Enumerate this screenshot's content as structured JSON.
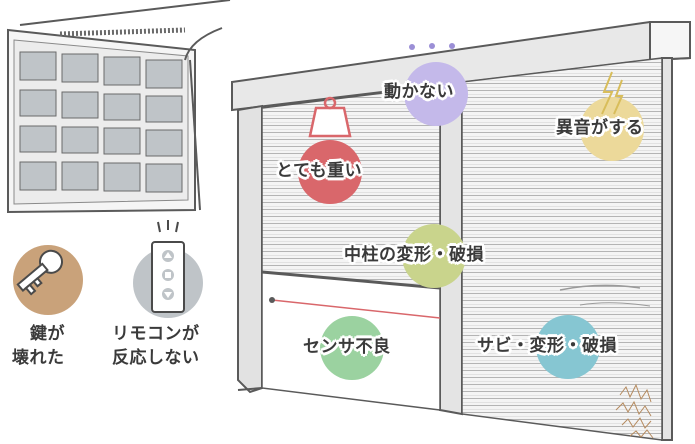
{
  "labels": {
    "not_moving": "動かない",
    "very_heavy": "とても重い",
    "strange_noise": "異音がする",
    "pillar_damage": "中柱の変形・破損",
    "sensor_fault": "センサ不良",
    "rust_damage": "サビ・変形・破損",
    "key_broken_line1": "鍵が",
    "key_broken_line2": "壊れた",
    "remote_line1": "リモコンが",
    "remote_line2": "反応しない"
  },
  "colors": {
    "purple": "#c4b9ea",
    "red": "#d9676b",
    "yellow": "#ecd99a",
    "olive": "#c9d48c",
    "green": "#9bd2a0",
    "teal": "#86c6d2",
    "tan": "#c9a27a",
    "line": "#5a5a5a",
    "shutter": "#f3f3f3",
    "slat": "#b8b8b8"
  }
}
